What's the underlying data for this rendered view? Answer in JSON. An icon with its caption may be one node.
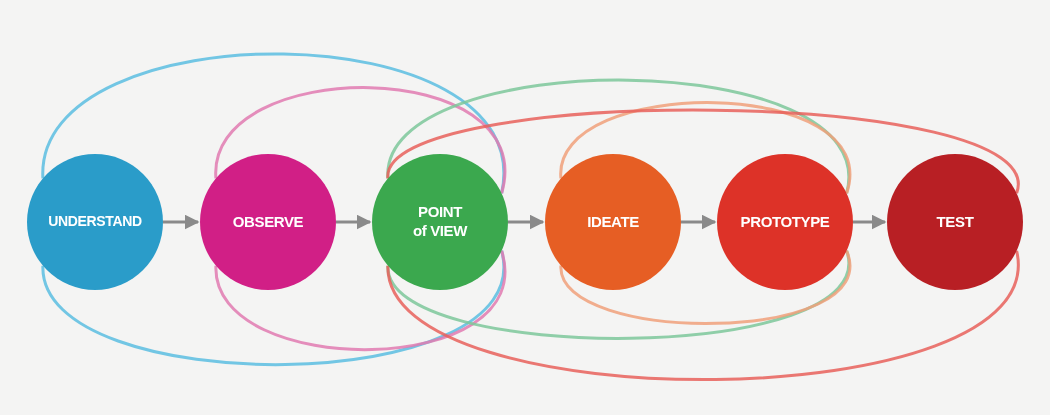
{
  "diagram": {
    "nodes": [
      {
        "text": [
          "UNDERSTAND"
        ]
      },
      {
        "text": [
          "OBSERVE"
        ]
      },
      {
        "text": [
          "POINT of VIEW"
        ]
      },
      {
        "text": [
          "IDEATE"
        ]
      },
      {
        "text": [
          "PROTOTYPE"
        ]
      },
      {
        "text": [
          "TEST"
        ]
      }
    ],
    "edges": [
      {
        "from": 0,
        "to": 1,
        "arrow": "to"
      },
      {
        "from": 1,
        "to": 2,
        "arrow": "to"
      },
      {
        "from": 2,
        "to": 3,
        "arrow": "to"
      },
      {
        "from": 3,
        "to": 4,
        "arrow": "to"
      },
      {
        "from": 4,
        "to": 5,
        "arrow": "to"
      },
      {
        "from": 0,
        "to": 2,
        "arrow": "none",
        "color": "#5bbde0"
      },
      {
        "from": 0,
        "to": 2,
        "arrow": "none",
        "color": "#5bbde0"
      },
      {
        "from": 1,
        "to": 2,
        "arrow": "none",
        "color": "#e07ab0"
      },
      {
        "from": 1,
        "to": 2,
        "arrow": "none",
        "color": "#e07ab0"
      },
      {
        "from": 2,
        "to": 4,
        "arrow": "none",
        "color": "#7cc79a"
      },
      {
        "from": 2,
        "to": 4,
        "arrow": "none",
        "color": "#7cc79a"
      },
      {
        "from": 3,
        "to": 4,
        "arrow": "none",
        "color": "#f0a07a"
      },
      {
        "from": 3,
        "to": 4,
        "arrow": "none",
        "color": "#f0a07a"
      },
      {
        "from": 2,
        "to": 5,
        "arrow": "none",
        "color": "#e8605a"
      },
      {
        "from": 2,
        "to": 5,
        "arrow": "none",
        "color": "#e8605a"
      }
    ]
  }
}
